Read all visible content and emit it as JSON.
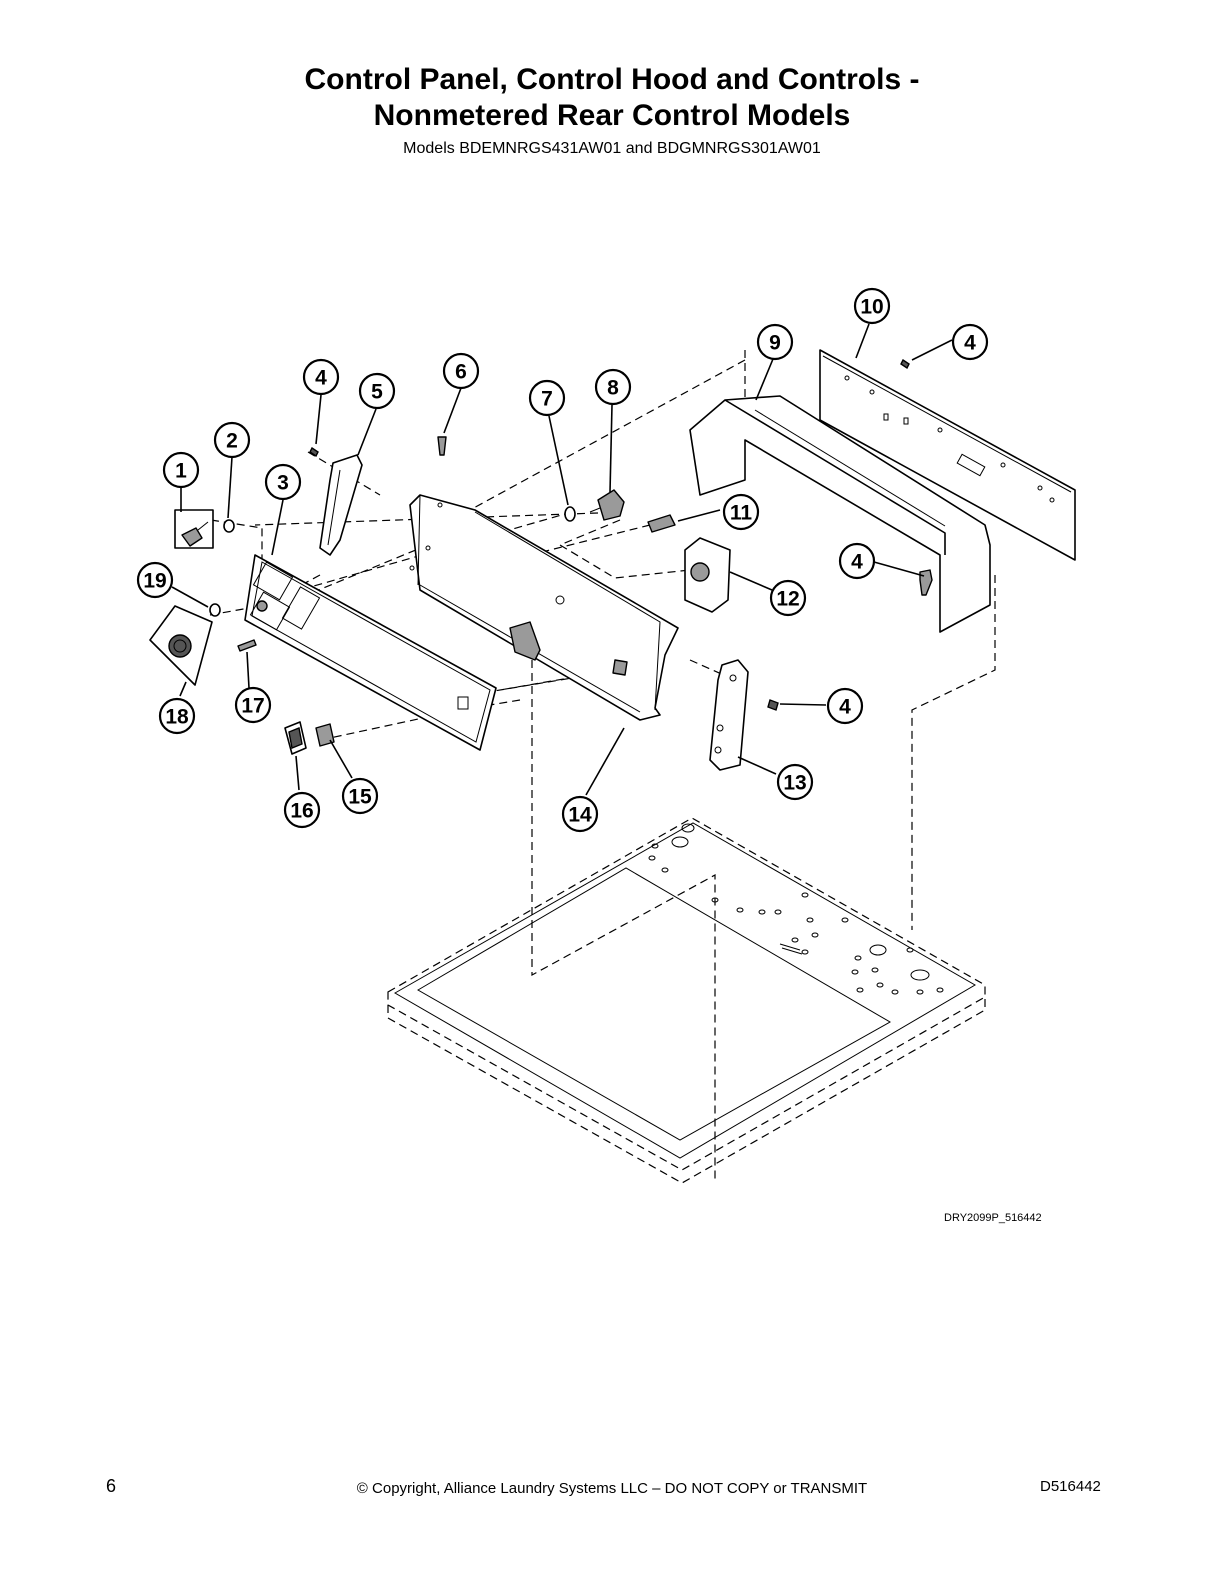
{
  "header": {
    "title_line1": "Control Panel, Control Hood and Controls -",
    "title_line2": "Nonmetered Rear Control Models",
    "subtitle": "Models BDEMNRGS431AW01 and BDGMNRGS301AW01"
  },
  "diagram": {
    "callouts": [
      "1",
      "2",
      "3",
      "4",
      "5",
      "6",
      "7",
      "8",
      "9",
      "10",
      "4",
      "4",
      "11",
      "12",
      "4",
      "13",
      "14",
      "15",
      "16",
      "17",
      "18",
      "19"
    ],
    "figure_code": "DRY2099P_516442"
  },
  "footer": {
    "page_number": "6",
    "copyright": "© Copyright, Alliance Laundry Systems LLC – DO NOT COPY or TRANSMIT",
    "doc_number": "D516442"
  }
}
